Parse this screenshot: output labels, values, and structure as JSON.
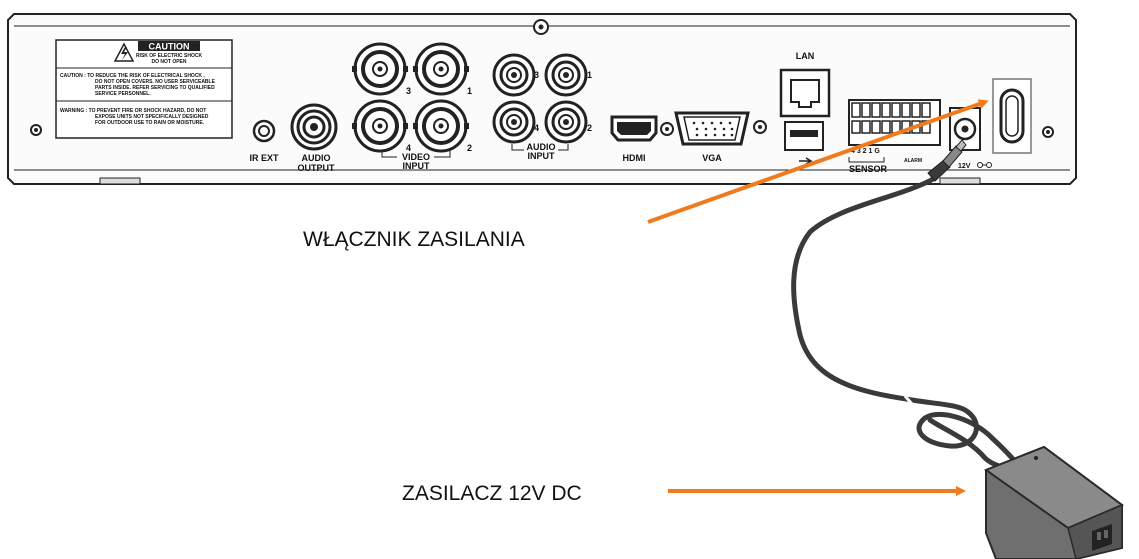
{
  "rear_panel": {
    "caution_title": "CAUTION",
    "caution_sub1": "RISK OF ELECTRIC SHOCK",
    "caution_sub2": "DO NOT OPEN",
    "caution_text": [
      "CAUTION : TO REDUCE THE RISK OF ELECTRICAL SHOCK ,",
      "DO NOT OPEN COVERS. NO USER SERVICEABLE",
      "PARTS INSIDE. REFER SERVICING TO QUALIFIED",
      "SERVICE PERSONNEL."
    ],
    "warning_text": [
      "WARNING : TO PREVENT FIRE OR SHOCK HAZARD, DO NOT",
      "EXPOSE UNITS NOT SPECIFICALLY DESIGNED",
      "FOR OUTDOOR USE TO RAIN OR MOISTURE."
    ],
    "ir_ext": "IR EXT",
    "audio_output_1": "AUDIO",
    "audio_output_2": "OUTPUT",
    "video_input_1": "VIDEO",
    "video_input_2": "INPUT",
    "video_nums": [
      "3",
      "1",
      "4",
      "2"
    ],
    "audio_input_1": "AUDIO",
    "audio_input_2": "INPUT",
    "audio_nums": [
      "3",
      "1",
      "4",
      "2"
    ],
    "hdmi": "HDMI",
    "vga": "VGA",
    "lan": "LAN",
    "sensor": "SENSOR",
    "sensor_pins": "4 3 2 1 G",
    "alarm": "ALARM",
    "v12": "12V"
  },
  "callouts": {
    "power_switch": "WŁĄCZNIK ZASILANIA",
    "power_supply": "ZASILACZ 12V DC"
  },
  "colors": {
    "arrow": "#f07a1e",
    "panel_line": "#222222",
    "adapter": "#6f6f6f"
  }
}
